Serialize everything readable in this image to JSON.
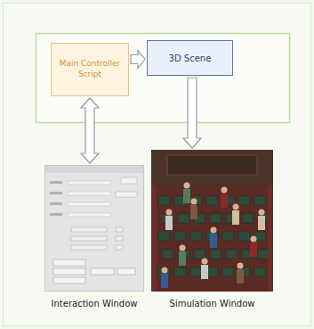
{
  "diagram": {
    "nodes": [
      {
        "text": [
          "Main Controller Script"
        ]
      },
      {
        "text": [
          "3D Scene"
        ]
      },
      {
        "text": [
          "Interaction Window"
        ]
      },
      {
        "text": [
          "Simulation Window"
        ]
      }
    ],
    "edges": [
      {
        "from": 0,
        "to": 1,
        "arrow": "to"
      },
      {
        "from": 0,
        "to": 2,
        "arrow": "both"
      },
      {
        "from": 1,
        "to": 3,
        "arrow": "to"
      }
    ]
  }
}
